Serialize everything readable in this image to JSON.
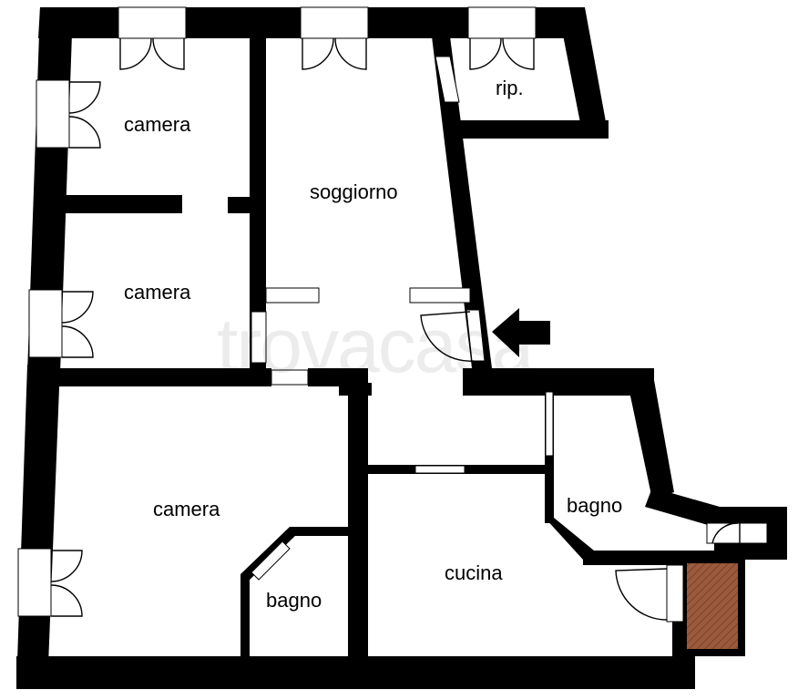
{
  "rooms": {
    "camera_top": "camera",
    "camera_middle": "camera",
    "camera_bottom": "camera",
    "soggiorno": "soggiorno",
    "ripostiglio": "rip.",
    "bagno_right": "bagno",
    "bagno_small": "bagno",
    "cucina": "cucina"
  },
  "watermark": "trovacasa",
  "colors": {
    "wall": "#000000",
    "floor": "#ffffff",
    "terrace": "#9b5a3c"
  },
  "icons": {
    "entrance": "entrance-arrow-icon"
  }
}
